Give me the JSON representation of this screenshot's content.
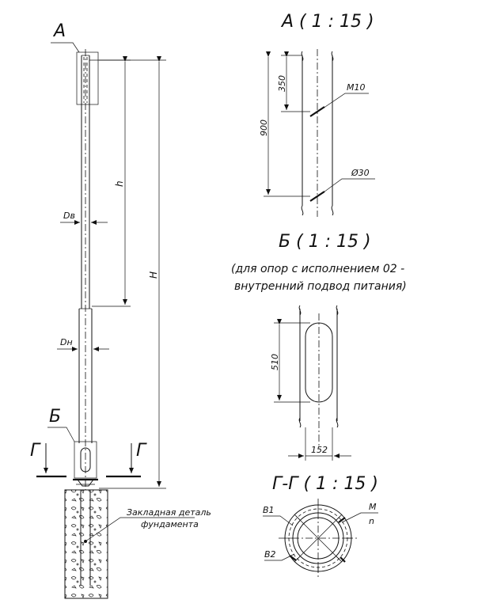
{
  "main_view": {
    "callout_a": "А",
    "callout_b": "Б",
    "section_left": "Г",
    "section_right": "Г",
    "dim_dv": "Dв",
    "dim_dn": "Dн",
    "dim_h": "h",
    "dim_H": "H",
    "foundation_label_1": "Закладная деталь",
    "foundation_label_2": "фундамента"
  },
  "view_a": {
    "title": "А ( 1 : 15 )",
    "dim_350": "350",
    "dim_900": "900",
    "bolt_label": "M10",
    "hole_label": "Ø30"
  },
  "view_b": {
    "title": "Б ( 1 : 15 )",
    "note_line1": "(для опор с исполнением 02 -",
    "note_line2": "внутренний подвод питания)",
    "dim_510": "510",
    "dim_152": "152"
  },
  "view_gg": {
    "title": "Г-Г ( 1 : 15 )",
    "label_b1": "B1",
    "label_b2": "B2",
    "label_m": "M",
    "label_n": "n"
  }
}
